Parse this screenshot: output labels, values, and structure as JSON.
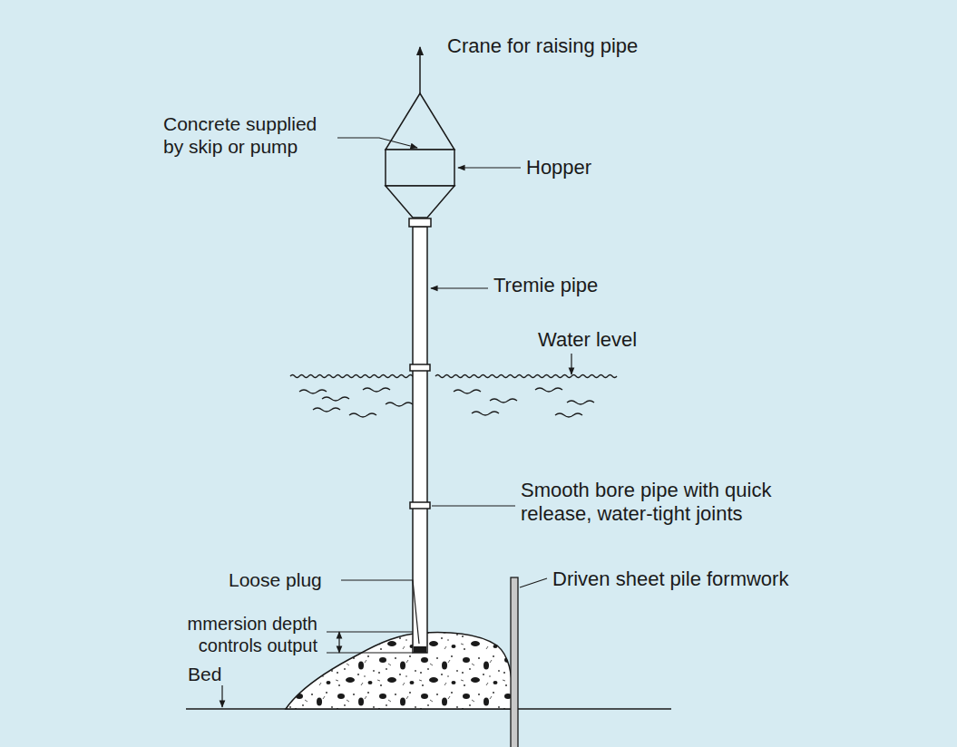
{
  "diagram": {
    "labels": [
      "Crane for raising pipe",
      "Concrete supplied by skip or pump",
      "Hopper",
      "Tremie pipe",
      "Water level",
      "Smooth bore pipe with quick release, water-tight joints",
      "Loose plug",
      "Driven sheet pile formwork",
      "mmersion depth controls output",
      "Bed"
    ]
  }
}
